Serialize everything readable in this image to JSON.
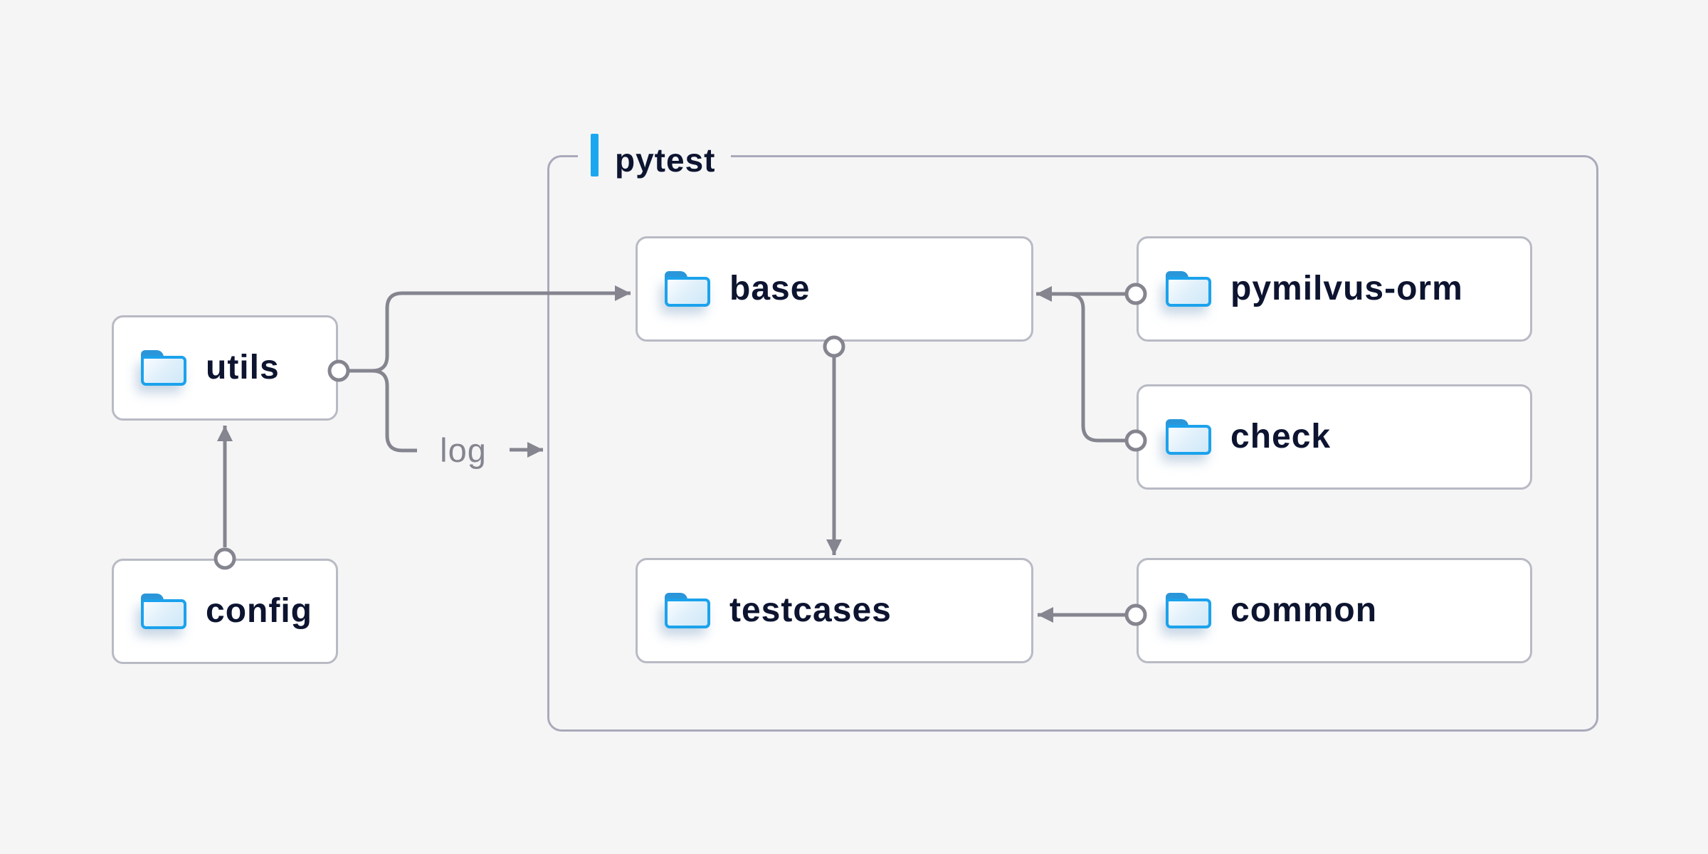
{
  "colors": {
    "background": "#f5f5f6",
    "node_fill": "#ffffff",
    "node_border": "#b8bac4",
    "container_border": "#a9aaba",
    "connector_gray": "#84858f",
    "label_navy": "#0d1430",
    "accent_blue": "#1aa7f0",
    "folder_blue": "#1ba2ec",
    "folder_tab_blue": "#2a97da"
  },
  "container": {
    "label": "pytest"
  },
  "nodes": [
    {
      "id": "utils",
      "label": "utils"
    },
    {
      "id": "config",
      "label": "config"
    },
    {
      "id": "base",
      "label": "base"
    },
    {
      "id": "testcases",
      "label": "testcases"
    },
    {
      "id": "pymilvus-orm",
      "label": "pymilvus-orm"
    },
    {
      "id": "check",
      "label": "check"
    },
    {
      "id": "common",
      "label": "common"
    }
  ],
  "edges": [
    {
      "from": "config",
      "to": "utils"
    },
    {
      "from": "utils",
      "to": "base"
    },
    {
      "from": "utils",
      "to": "pytest",
      "label": "log"
    },
    {
      "from": "pymilvus-orm",
      "to": "base"
    },
    {
      "from": "check",
      "to": "base"
    },
    {
      "from": "base",
      "to": "testcases"
    },
    {
      "from": "common",
      "to": "testcases"
    }
  ]
}
